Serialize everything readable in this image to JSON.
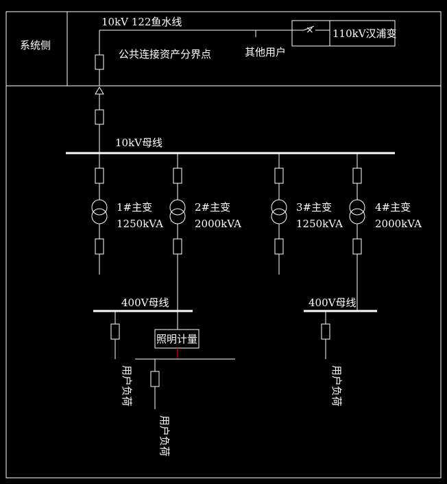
{
  "system_side": "系统侧",
  "feeder_line": "10kV 122鱼水线",
  "demarcation_point": "公共连接资产分界点",
  "other_users": "其他用户",
  "substation": "110kV汉浦变",
  "bus_10kv": "10kV母线",
  "transformers": [
    {
      "name": "1#主变",
      "rating": "1250kVA"
    },
    {
      "name": "2#主变",
      "rating": "2000kVA"
    },
    {
      "name": "3#主变",
      "rating": "1250kVA"
    },
    {
      "name": "4#主变",
      "rating": "2000kVA"
    }
  ],
  "bus_400v_left": "400V母线",
  "bus_400v_right": "400V母线",
  "lighting_meter": "照明计量",
  "loads": [
    "用户负荷",
    "用户负荷",
    "用户负荷"
  ],
  "colors": {
    "background": "#000000",
    "lines": "#ffffff",
    "meter_tap": "#ff0000"
  }
}
